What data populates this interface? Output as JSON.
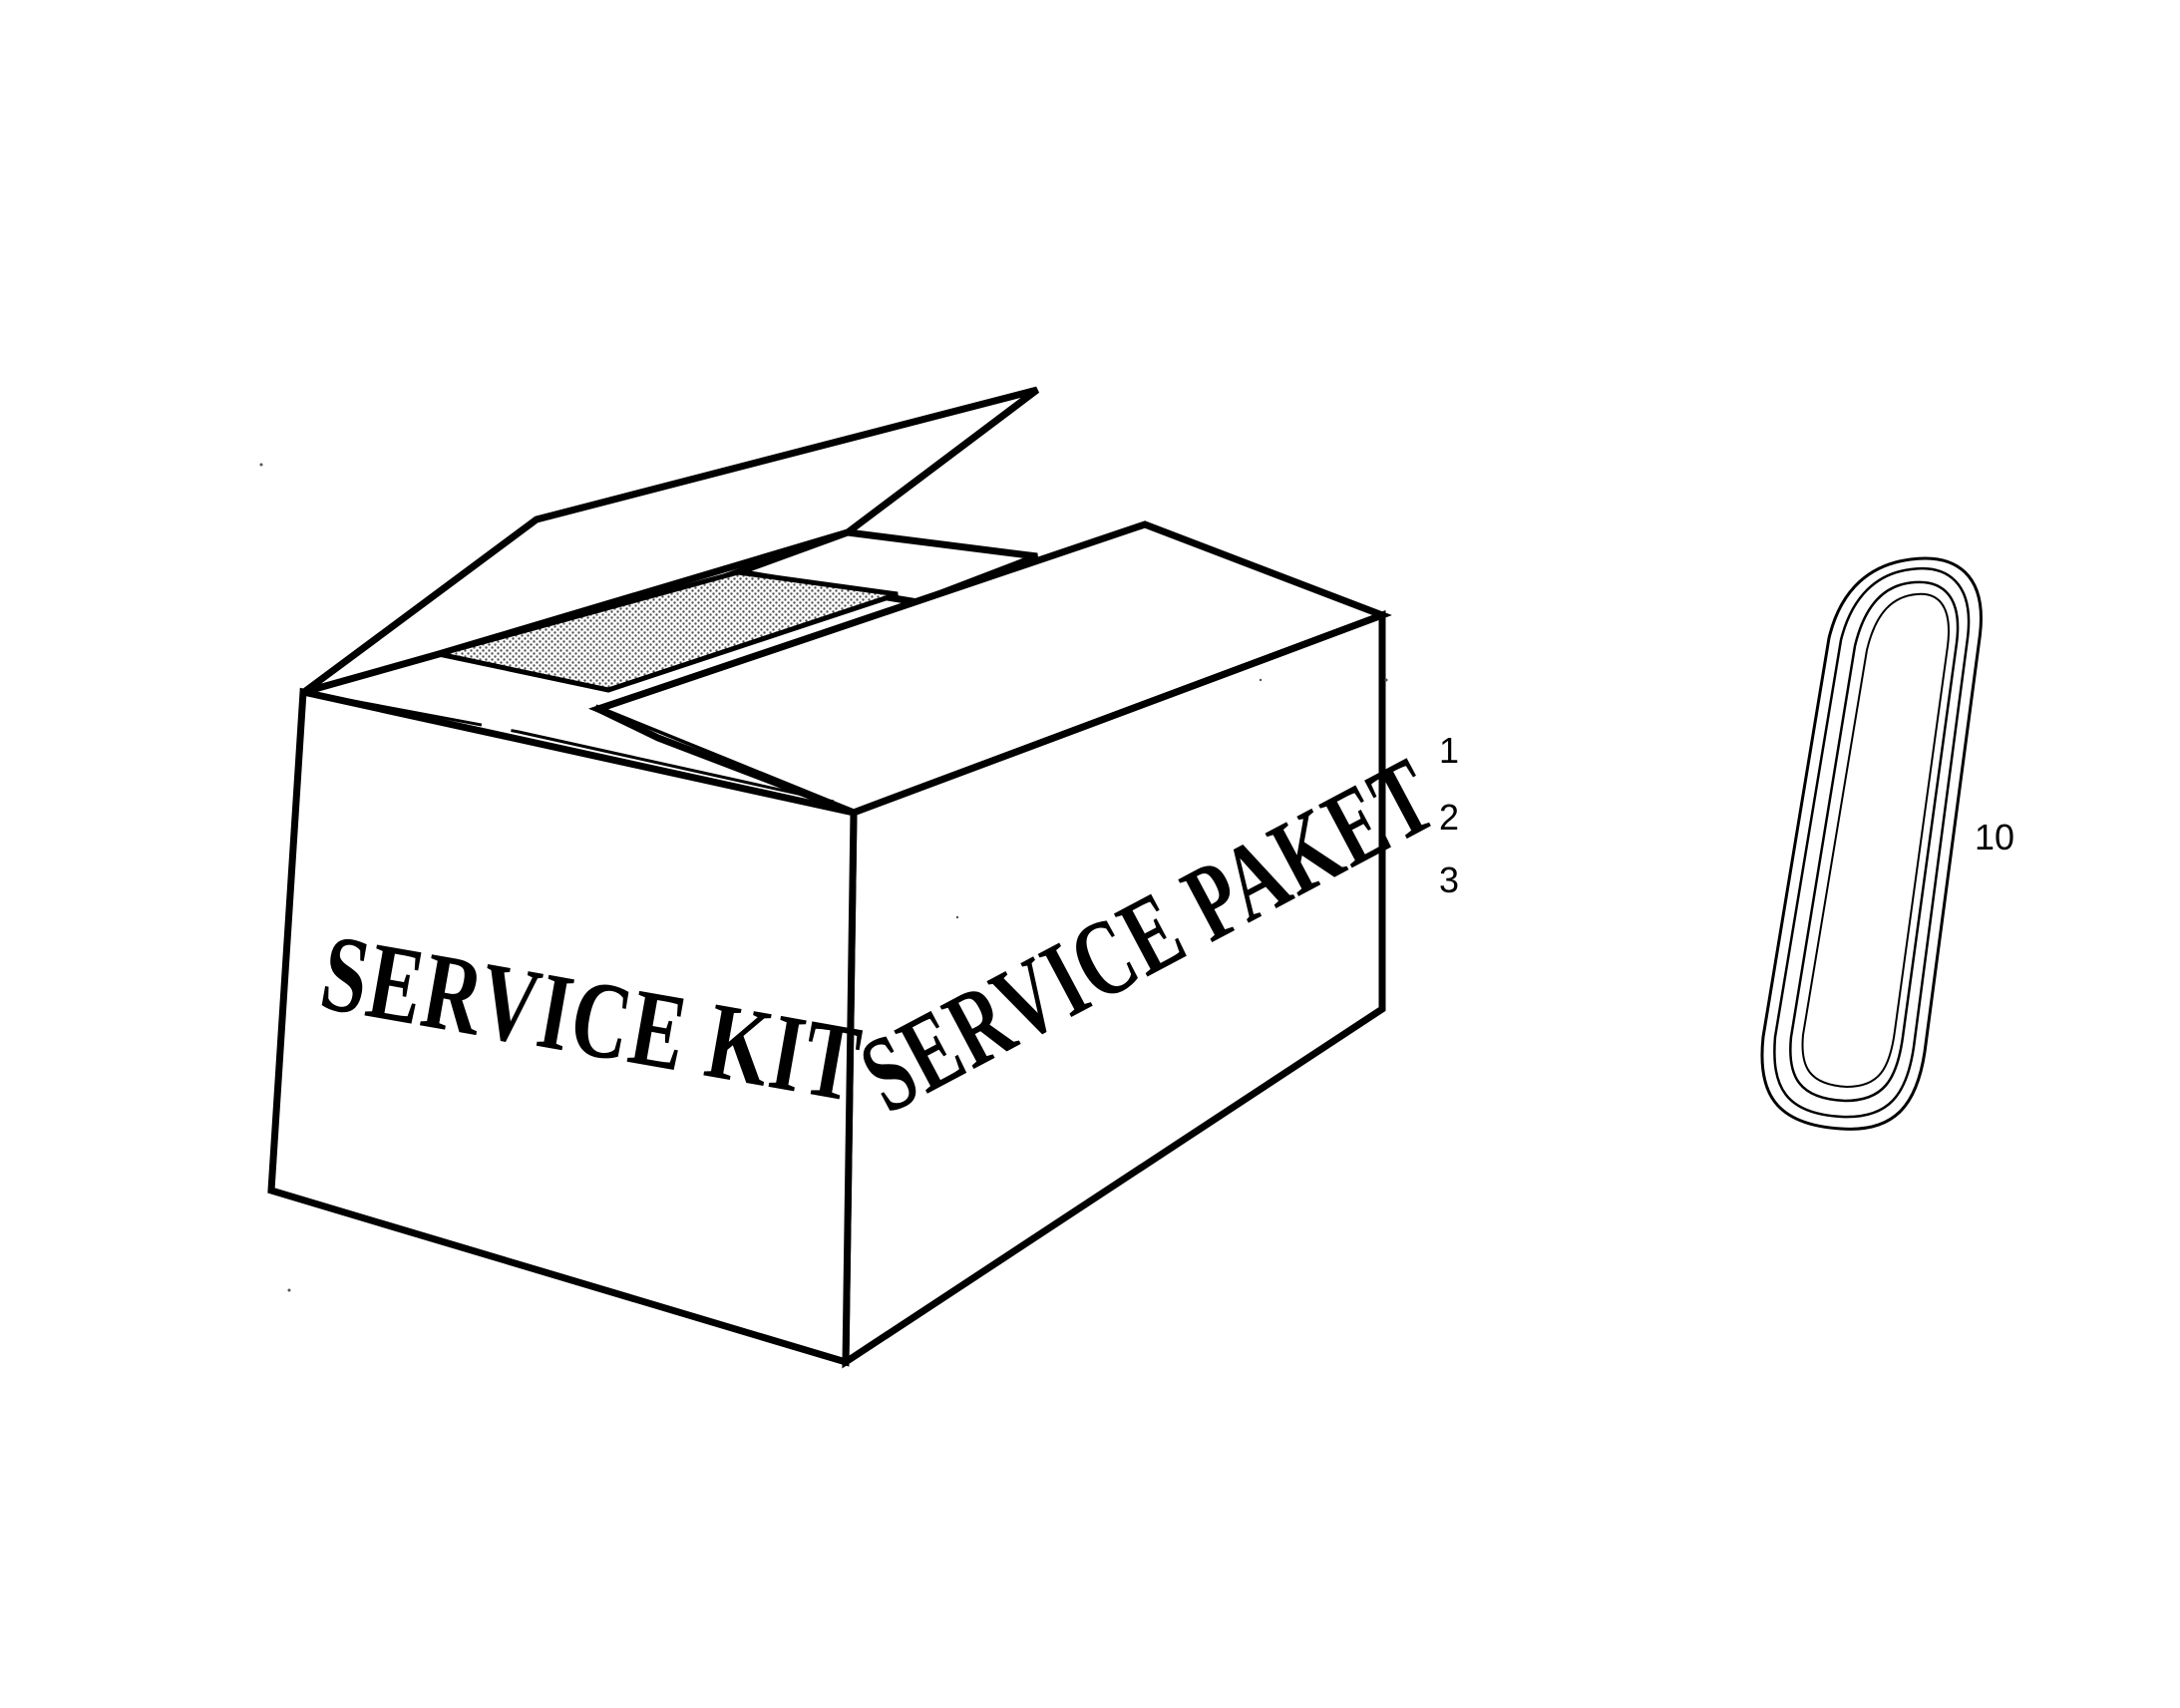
{
  "box": {
    "front_label": "SERVICE KIT",
    "side_label": "SERVICE PAKET"
  },
  "callouts": {
    "box_items": [
      "1",
      "2",
      "3"
    ],
    "belt_item": "10"
  },
  "colors": {
    "line": "#000000",
    "background": "#ffffff",
    "interior_shading": "#b8b8b8"
  },
  "icons": {
    "box": "service-kit-box-icon",
    "belt": "drive-belt-icon"
  }
}
